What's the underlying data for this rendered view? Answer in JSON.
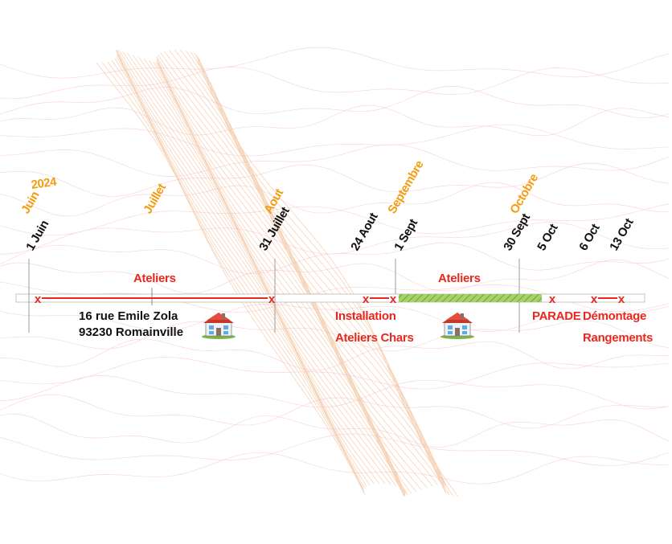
{
  "year": "2024",
  "months": [
    {
      "id": "juin",
      "label": "Juin"
    },
    {
      "id": "juillet",
      "label": "Juillet"
    },
    {
      "id": "aout",
      "label": "Aout"
    },
    {
      "id": "septembre",
      "label": "Septembre"
    },
    {
      "id": "octobre",
      "label": "Octobre"
    }
  ],
  "dates": [
    {
      "id": "1-juin",
      "label": "1 Juin"
    },
    {
      "id": "31-juillet",
      "label": "31 Juillet"
    },
    {
      "id": "24-aout",
      "label": "24 Aout"
    },
    {
      "id": "1-sept",
      "label": "1 Sept"
    },
    {
      "id": "30-sept",
      "label": "30 Sept"
    },
    {
      "id": "5-oct",
      "label": "5 Oct"
    },
    {
      "id": "6-oct",
      "label": "6 Oct"
    },
    {
      "id": "13-oct",
      "label": "13 Oct"
    }
  ],
  "phases": {
    "ateliers_1": "Ateliers",
    "ateliers_2": "Ateliers",
    "installation_line1": "Installation",
    "installation_line2": "Ateliers Chars",
    "parade": "PARADE",
    "demontage_line1": "Démontage",
    "demontage_line2": "Rangements"
  },
  "address": {
    "line1": "16 rue Emile Zola",
    "line2": "93230 Romainville"
  },
  "marker_glyph": "x",
  "icons": [
    "house-icon",
    "house-icon"
  ],
  "colors": {
    "month": "#f39c12",
    "date": "#111111",
    "phase": "#e8281e",
    "axis": "#bdbdbd",
    "green_band": "#8dc63f",
    "contour": "#f0c7a8"
  }
}
